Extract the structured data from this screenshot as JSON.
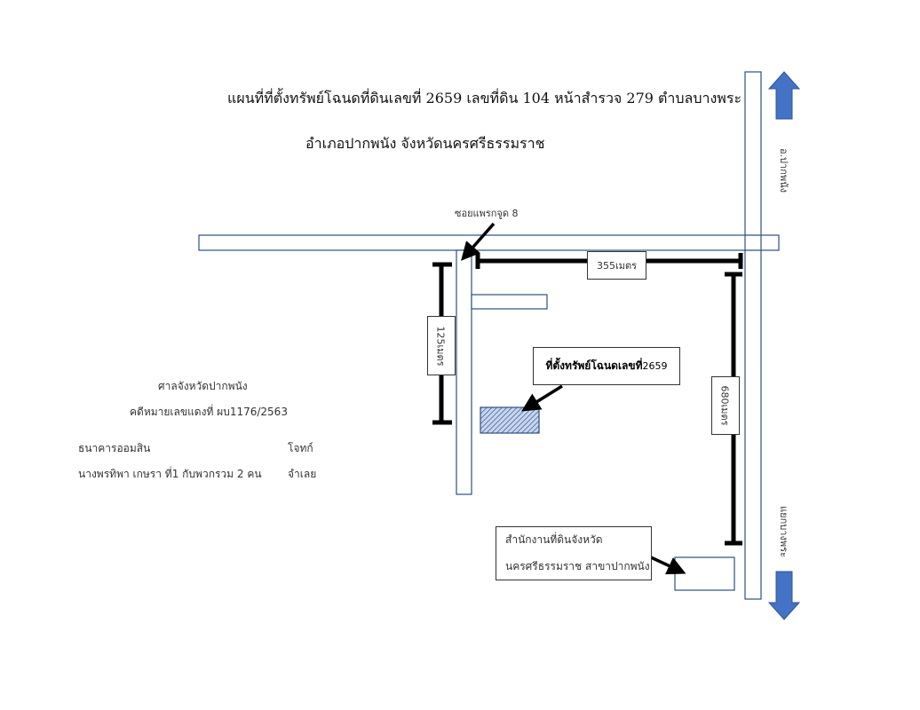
{
  "title": {
    "line1": "แผนที่ที่ตั้งทรัพย์โฉนดที่ดินเลขที่ 2659 เลขที่ดิน 104 หน้าสำรวจ 279 ตำบลบางพระ",
    "line2": "อำเภอปากพนัง จังหวัดนครศรีธรรมราช"
  },
  "case": {
    "court": "ศาลจังหวัดปากพนัง",
    "case_no": "คดีหมายเลขแดงที่ ผบ1176/2563",
    "plaintiff": "ธนาคารออมสิน",
    "plaintiff_role": "โจทก์",
    "defendant": "นางพรทิพา เกษรา ที่1 กับพวกรวม 2 คน",
    "defendant_role": "จำเลย"
  },
  "map": {
    "soi_label": "ซอยแพรกจูด 8",
    "dist_horizontal": "355เมตร",
    "dist_soi": "125เมตร",
    "dist_main_road": "680เมตร",
    "property_label_main": "ที่ตั้งทรัพย์โฉนดเลขที่",
    "property_label_no": "2659",
    "road_north": "อ.ปากพนัง",
    "road_south": "แยกบางพระ",
    "office_line1": "สำนักงานที่ดินจังหวัด",
    "office_line2": "นครศรีธรรมราช สาขาปากพนัง",
    "colors": {
      "road": "#2f4f7f",
      "arrow": "#4472c4",
      "hatch": "#2f5597"
    }
  }
}
